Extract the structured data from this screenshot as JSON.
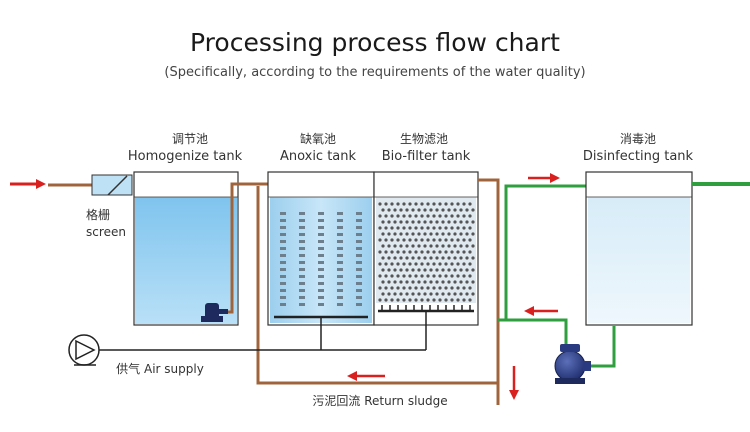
{
  "title": "Processing process flow chart",
  "subtitle": "(Specifically, according to the requirements of the water quality)",
  "tanks": {
    "homogenize": {
      "cn": "调节池",
      "en": "Homogenize tank"
    },
    "anoxic": {
      "cn": "缺氧池",
      "en": "Anoxic tank"
    },
    "biofilter": {
      "cn": "生物滤池",
      "en": "Bio-filter tank"
    },
    "disinfecting": {
      "cn": "消毒池",
      "en": "Disinfecting tank"
    }
  },
  "screen": {
    "cn": "格栅",
    "en": "screen"
  },
  "air_supply": {
    "cn": "供气",
    "en": "Air supply"
  },
  "return_sludge": {
    "cn": "污泥回流",
    "en": "Return sludge"
  },
  "colors": {
    "brown_pipe": "#a0643c",
    "green_pipe": "#2e9e3e",
    "arrow_red": "#d9201f",
    "water_blue": "#a9d6f2",
    "outline": "#333333"
  }
}
